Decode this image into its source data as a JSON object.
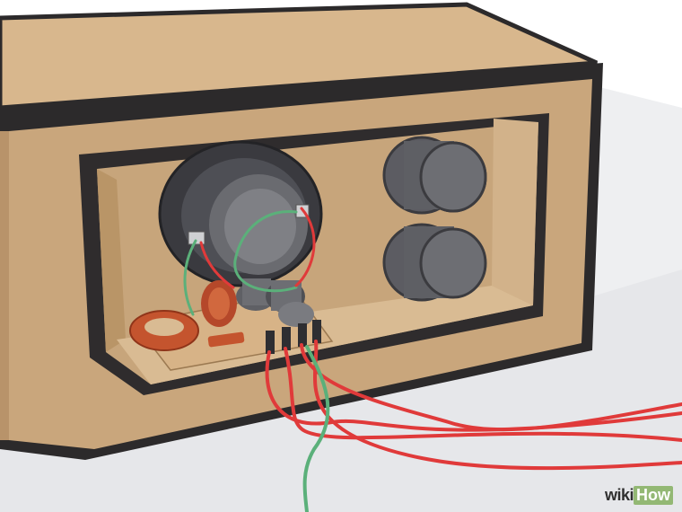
{
  "watermark": {
    "part1": "wiki",
    "part2": "How",
    "box_color": "#93b874"
  },
  "colors": {
    "background": "#ffffff",
    "floor": "#e6e7ea",
    "cabinet_wood": "#c9a67c",
    "cabinet_shade": "#b8936a",
    "cabinet_edge": "#2c2a2b",
    "interior": "#c7a57b",
    "copper_coil": "#c4542e",
    "wire_red": "#e03a3a",
    "wire_green": "#5bb07a",
    "capacitor_gray": "#6d6e73"
  },
  "objects": [
    "speaker-cabinet",
    "woofer-driver",
    "bass-port-top",
    "bass-port-bottom",
    "crossover-board",
    "inductor-coil",
    "speaker-wires"
  ]
}
